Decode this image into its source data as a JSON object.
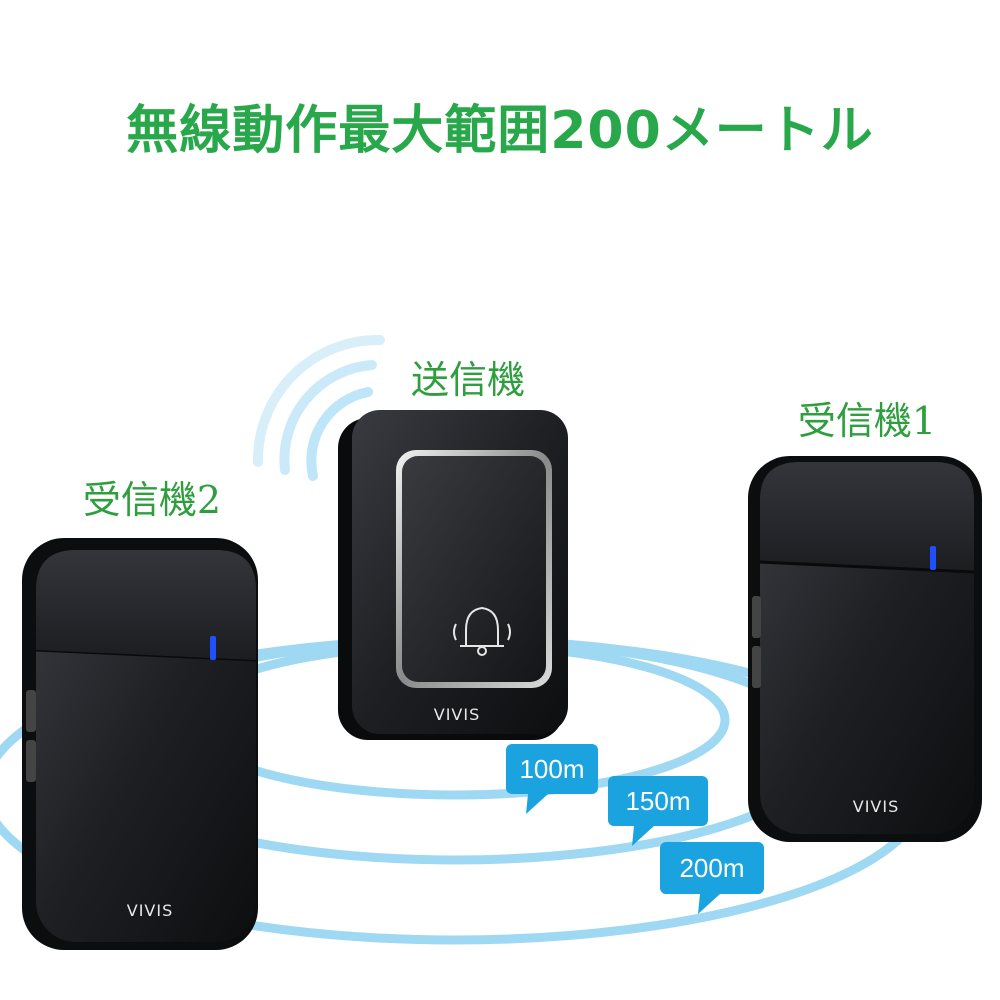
{
  "headline": "無線動作最大範囲200メートル",
  "devices": {
    "transmitter": {
      "label": "送信機",
      "brand": "VIVIS",
      "icon": "doorbell-icon"
    },
    "receiver_1": {
      "label": "受信機1",
      "brand": "VIVIS",
      "indicator": "blue-led"
    },
    "receiver_2": {
      "label": "受信機2",
      "brand": "VIVIS",
      "indicator": "blue-led"
    }
  },
  "range_labels": [
    "100m",
    "150m",
    "200m"
  ],
  "colors": {
    "headline": "#28a84a",
    "device_label": "#2f9e3f",
    "range_rings": "#9fd8f2",
    "bubble": "#1aa3df",
    "device_body": "#1d1e21",
    "led": "#1f4fff"
  }
}
